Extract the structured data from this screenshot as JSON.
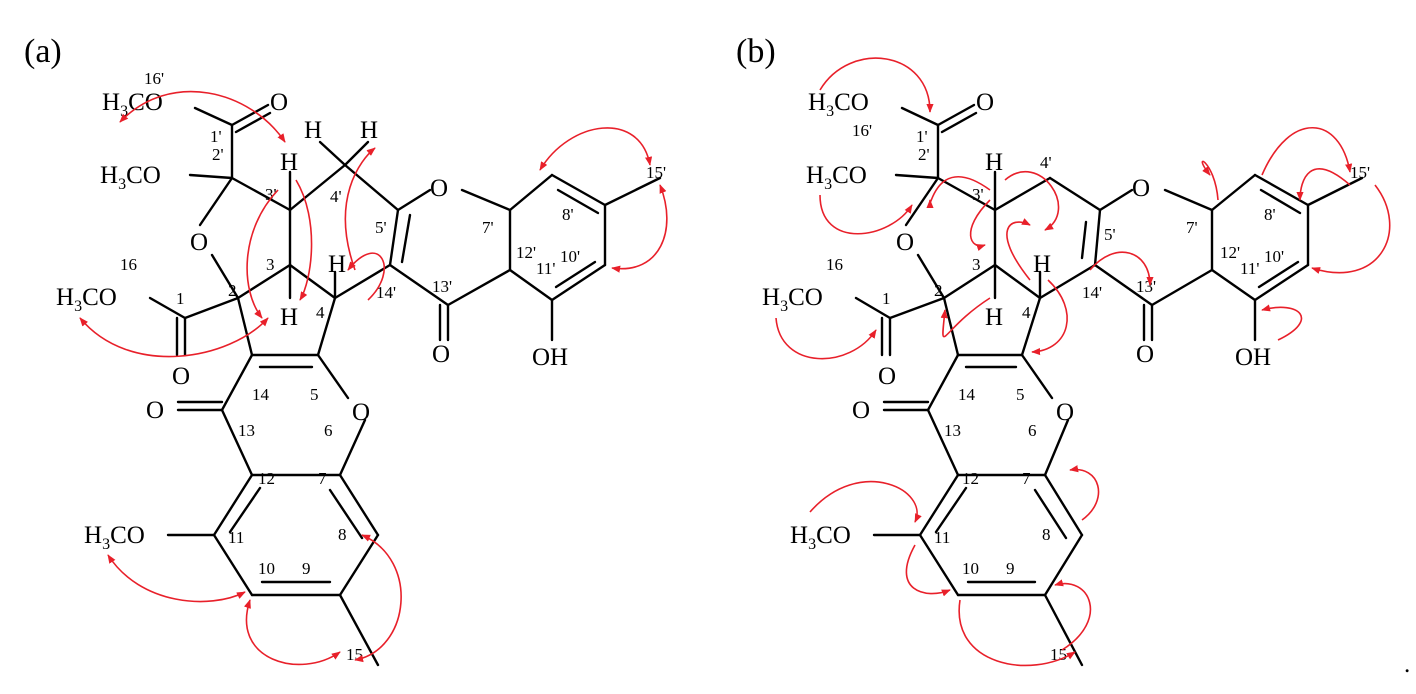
{
  "panels": [
    {
      "id": "a",
      "label": "(a)",
      "correlation_color": "#e8202a"
    },
    {
      "id": "b",
      "label": "(b)",
      "correlation_color": "#e8202a"
    }
  ],
  "atoms": {
    "h3co": "H3CO",
    "h3co_sub": "3",
    "h3co_h": "H",
    "h3co_rest": "CO",
    "oxygen": "O",
    "hydrogen": "H",
    "oh": "OH"
  },
  "positions": [
    "1",
    "1'",
    "2",
    "2'",
    "3",
    "3'",
    "4",
    "4'",
    "5",
    "5'",
    "6",
    "7",
    "7'",
    "8",
    "8'",
    "9",
    "10",
    "10'",
    "11",
    "11'",
    "12",
    "12'",
    "13",
    "13'",
    "14",
    "14'",
    "15",
    "15'",
    "16",
    "16'"
  ],
  "trailing_mark": "."
}
